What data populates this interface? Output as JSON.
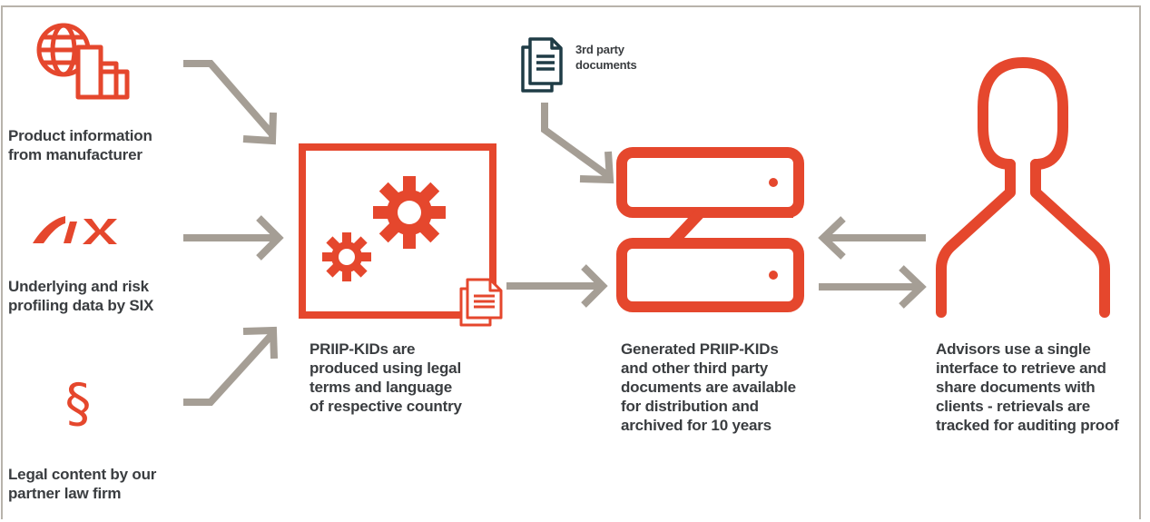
{
  "colors": {
    "accent": "#e5472d",
    "arrow": "#a59e95",
    "doc_icon": "#1f3c46",
    "text": "#3a3d40",
    "border": "#b8b3ab"
  },
  "icons": [
    "globe-factory-icon",
    "six-logo",
    "paragraph-icon",
    "gears-icon",
    "documents-icon",
    "server-icon",
    "user-icon"
  ],
  "six_logo_text": "SIX",
  "paragraph_symbol": "§",
  "labels": {
    "product_info": [
      "Product information",
      "from manufacturer"
    ],
    "six_data": [
      "Underlying and risk",
      "profiling data by SIX"
    ],
    "legal": [
      "Legal content by our",
      "partner law firm"
    ],
    "third_party": [
      "3rd party",
      "documents"
    ],
    "kids_produced": [
      "PRIIP-KIDs are",
      "produced using legal",
      "terms and language",
      "of respective country"
    ],
    "generated": [
      "Generated PRIIP-KIDs",
      "and other third party",
      "documents are available",
      "for distribution and",
      "archived for 10 years"
    ],
    "advisors": [
      "Advisors use a single",
      "interface to retrieve and",
      "share documents with",
      "clients - retrievals are",
      "tracked for auditing proof"
    ]
  }
}
